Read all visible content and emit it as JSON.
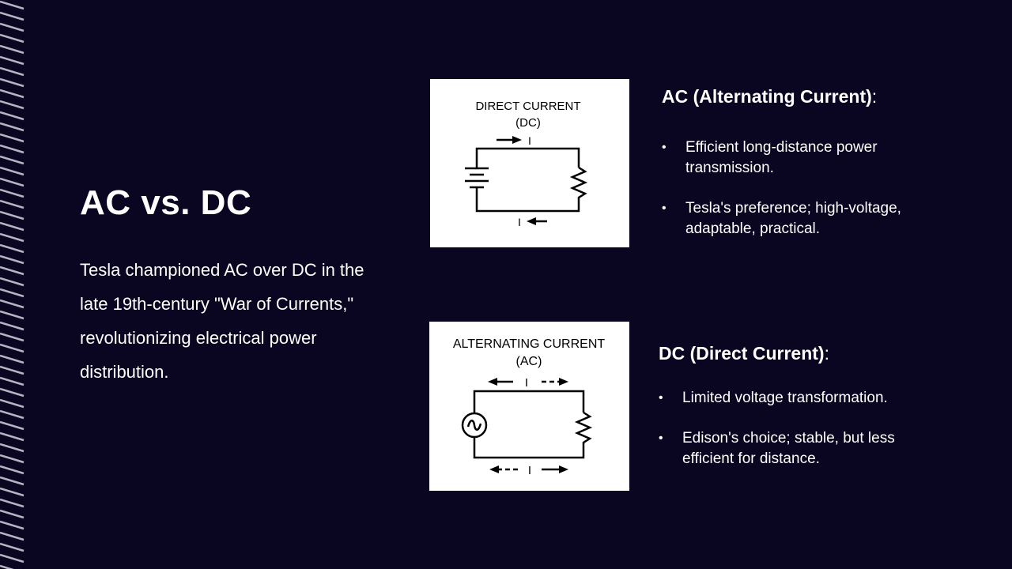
{
  "slide": {
    "title": "AC vs. DC",
    "intro": "Tesla championed AC over DC in the late 19th-century \"War of Currents,\" revolutionizing electrical power distribution."
  },
  "dc_diagram": {
    "title": "DIRECT CURRENT",
    "abbr": "(DC)",
    "current_label": "I"
  },
  "ac_diagram": {
    "title": "ALTERNATING CURRENT",
    "abbr": "(AC)",
    "current_label": "I"
  },
  "ac_section": {
    "heading": "AC (Alternating Current)",
    "colon": ":",
    "bullets": [
      "Efficient long-distance power transmission.",
      "Tesla's preference; high-voltage, adaptable, practical."
    ]
  },
  "dc_section": {
    "heading": "DC (Direct Current)",
    "colon": ":",
    "bullets": [
      "Limited voltage transformation.",
      "Edison's choice; stable, but less efficient for distance."
    ]
  },
  "colors": {
    "background": "#0a0520",
    "stripe": "#b8b4c4"
  }
}
